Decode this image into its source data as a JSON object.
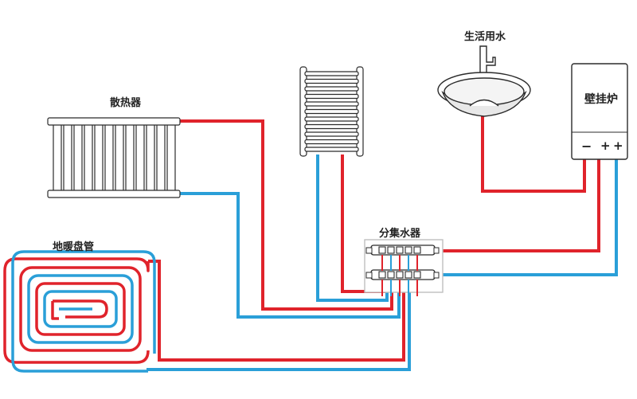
{
  "labels": {
    "radiator": "散热器",
    "towel_rack": "",
    "domestic_water": "生活用水",
    "boiler": "壁挂炉",
    "manifold": "分集水器",
    "floor_heating": "地暖盘管"
  },
  "boiler_panel": {
    "minus": "−",
    "plus_1": "+",
    "plus_2": "+"
  },
  "colors": {
    "hot": "#e0232b",
    "cold": "#2a9fd8",
    "outline": "#2b2b2b",
    "manifold_box": "#bfbfbf"
  }
}
